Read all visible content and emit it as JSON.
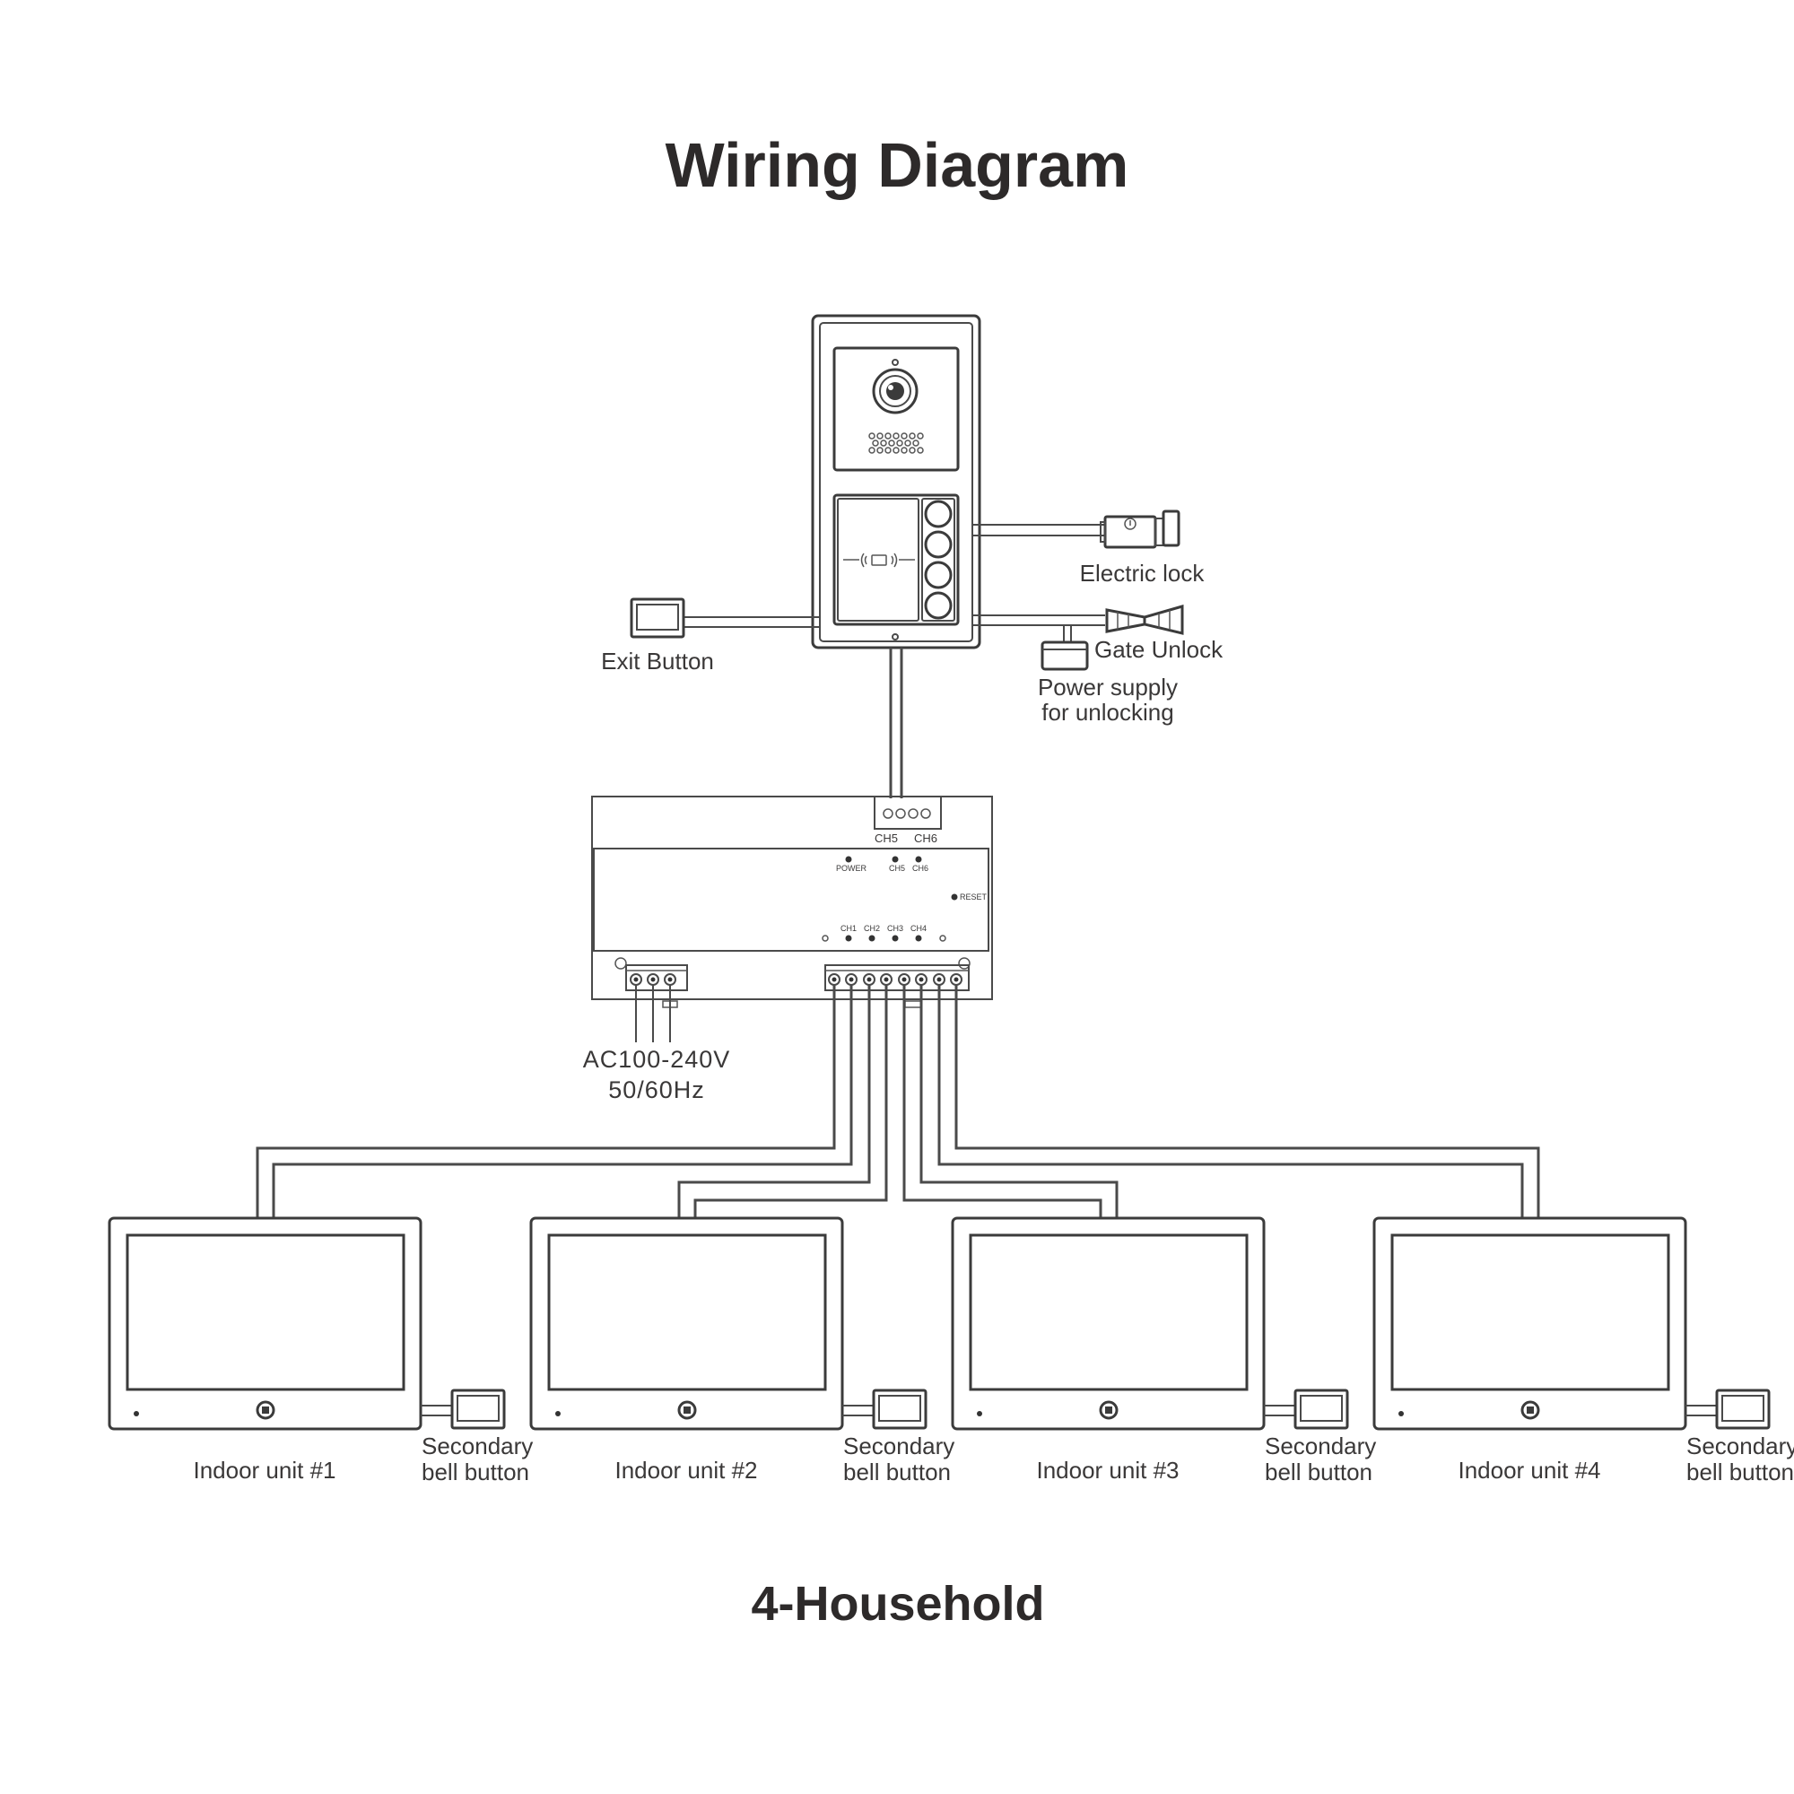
{
  "title": "Wiring Diagram",
  "subtitle": "4-Household",
  "outdoor": {
    "electric_lock": "Electric lock",
    "exit_button": "Exit Button",
    "gate_unlock": "Gate Unlock",
    "power_supply_line1": "Power supply",
    "power_supply_line2": "for unlocking"
  },
  "distributor": {
    "top_labels": [
      "CH5",
      "CH6"
    ],
    "power_led": "POWER",
    "led_ch5": "CH5",
    "led_ch6": "CH6",
    "reset": "RESET",
    "bottom_leds": [
      "CH1",
      "CH2",
      "CH3",
      "CH4"
    ],
    "ac_line1": "AC100-240V",
    "ac_line2": "50/60Hz"
  },
  "units": [
    {
      "label": "Indoor unit #1",
      "bell_line1": "Secondary",
      "bell_line2": "bell button"
    },
    {
      "label": "Indoor unit #2",
      "bell_line1": "Secondary",
      "bell_line2": "bell button"
    },
    {
      "label": "Indoor unit #3",
      "bell_line1": "Secondary",
      "bell_line2": "bell button"
    },
    {
      "label": "Indoor unit #4",
      "bell_line1": "Secondary",
      "bell_line2": "bell button"
    }
  ]
}
